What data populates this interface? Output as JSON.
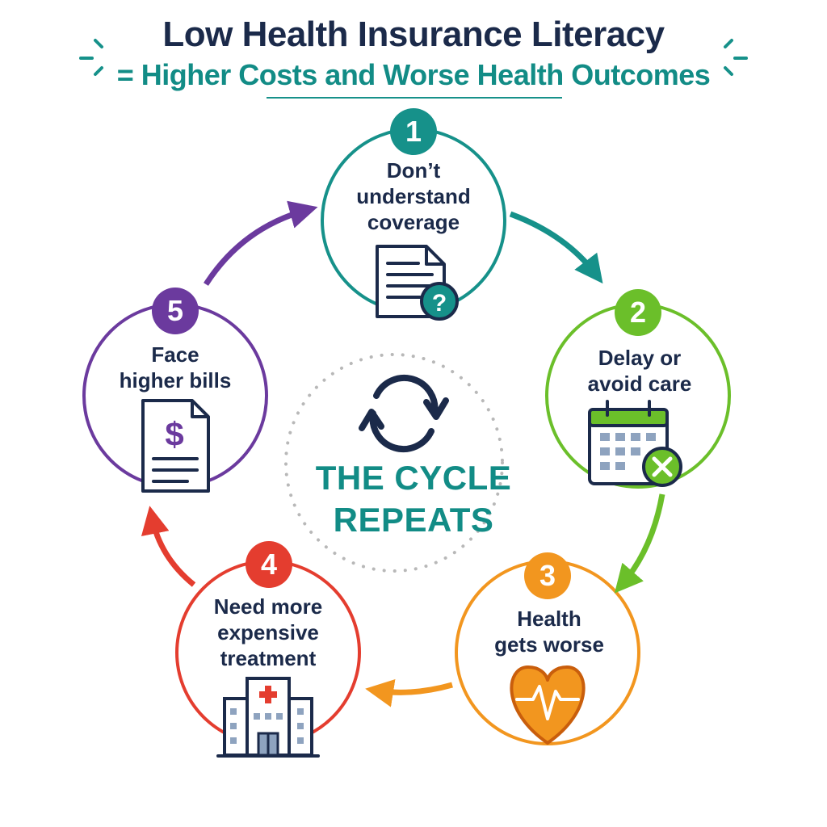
{
  "title": {
    "line1": "Low Health Insurance Literacy",
    "line2": "= Higher Costs and Worse Health Outcomes"
  },
  "center": {
    "line1": "THE CYCLE",
    "line2": "REPEATS",
    "icon": "refresh-cycle-icon"
  },
  "steps": [
    {
      "number": "1",
      "lines": [
        "Don’t",
        "understand",
        "coverage"
      ],
      "color": "#16918a",
      "icon": "document-question-icon"
    },
    {
      "number": "2",
      "lines": [
        "Delay or",
        "avoid care"
      ],
      "color": "#6bbf2a",
      "icon": "calendar-cancel-icon"
    },
    {
      "number": "3",
      "lines": [
        "Health",
        "gets worse"
      ],
      "color": "#f2961f",
      "icon": "heart-pulse-icon"
    },
    {
      "number": "4",
      "lines": [
        "Need more",
        "expensive",
        "treatment"
      ],
      "color": "#e43d2f",
      "icon": "hospital-icon"
    },
    {
      "number": "5",
      "lines": [
        "Face",
        "higher bills"
      ],
      "color": "#6b3a9e",
      "icon": "bill-dollar-icon"
    }
  ],
  "colors": {
    "navy": "#1b2a4a",
    "teal": "#128c86"
  }
}
